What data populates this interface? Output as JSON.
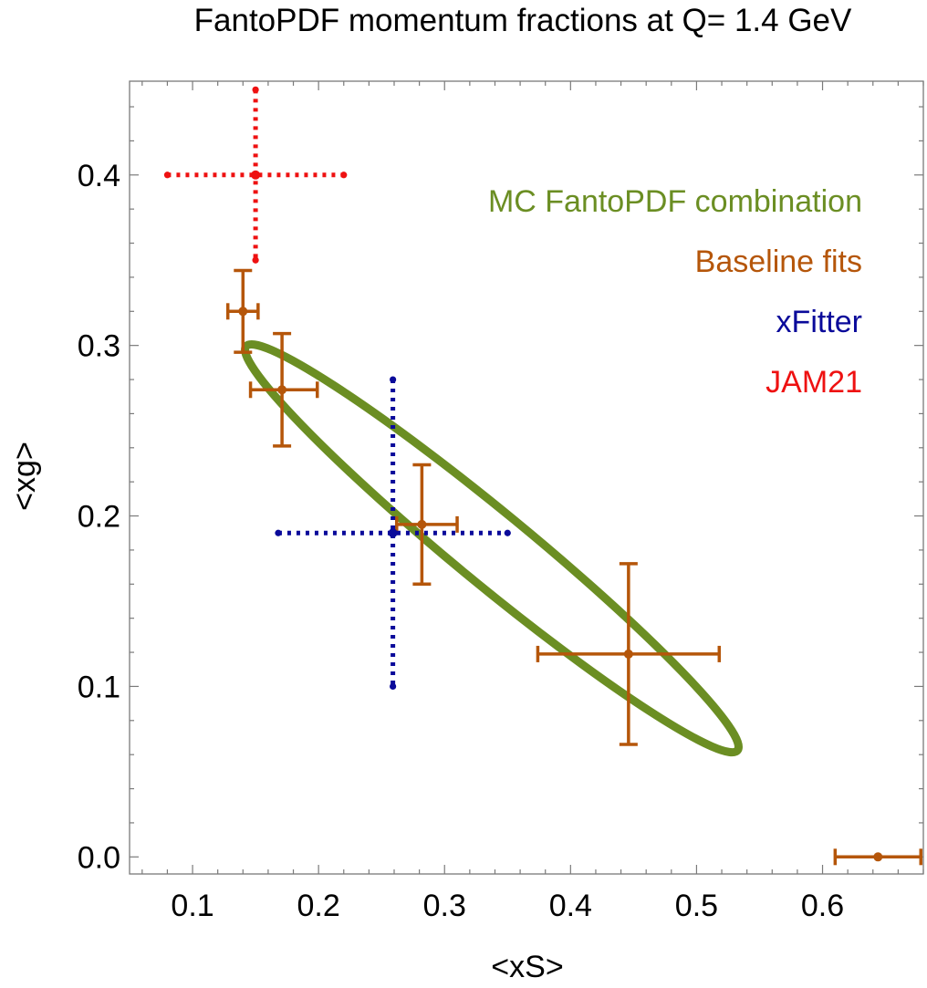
{
  "chart_data": {
    "type": "scatter",
    "title": "FantoPDF momentum fractions at Q= 1.4 GeV",
    "xlabel": "<xS>",
    "ylabel": "<xg>",
    "xlim": [
      0.05,
      0.68
    ],
    "ylim": [
      -0.01,
      0.455
    ],
    "xticks": [
      {
        "value": 0.1,
        "label": "0.1"
      },
      {
        "value": 0.2,
        "label": "0.2"
      },
      {
        "value": 0.3,
        "label": "0.3"
      },
      {
        "value": 0.4,
        "label": "0.4"
      },
      {
        "value": 0.5,
        "label": "0.5"
      },
      {
        "value": 0.6,
        "label": "0.6"
      }
    ],
    "yticks": [
      {
        "value": 0.0,
        "label": "0.0"
      },
      {
        "value": 0.1,
        "label": "0.1"
      },
      {
        "value": 0.2,
        "label": "0.2"
      },
      {
        "value": 0.3,
        "label": "0.3"
      },
      {
        "value": 0.4,
        "label": "0.4"
      }
    ],
    "grid": false,
    "legend": {
      "placement": "top-right",
      "entries": [
        {
          "label": "MC FantoPDF combination",
          "color": "#6b8e23"
        },
        {
          "label": "Baseline fits",
          "color": "#b5560a"
        },
        {
          "label": "xFitter",
          "color": "#0a0a9a"
        },
        {
          "label": "JAM21",
          "color": "#ee1111"
        }
      ]
    },
    "ellipse": {
      "label": "MC FantoPDF combination",
      "color": "#6b8e23",
      "center": [
        0.3375,
        0.181
      ],
      "vertex_a": [
        0.1425,
        0.2995
      ],
      "vertex_b": [
        0.5325,
        0.0625
      ],
      "minor_endpoint": [
        0.3515,
        0.1995
      ]
    },
    "series": [
      {
        "name": "Baseline fits",
        "color": "#b5560a",
        "style": "solid",
        "points": [
          {
            "x": 0.14,
            "y": 0.32,
            "xerr": [
              0.012,
              0.012
            ],
            "yerr": [
              0.024,
              0.024
            ]
          },
          {
            "x": 0.171,
            "y": 0.274,
            "xerr": [
              0.025,
              0.028
            ],
            "yerr": [
              0.033,
              0.033
            ]
          },
          {
            "x": 0.282,
            "y": 0.195,
            "xerr": [
              0.02,
              0.028
            ],
            "yerr": [
              0.035,
              0.035
            ]
          },
          {
            "x": 0.446,
            "y": 0.119,
            "xerr": [
              0.072,
              0.072
            ],
            "yerr": [
              0.053,
              0.053
            ]
          },
          {
            "x": 0.644,
            "y": 0.0,
            "xerr": [
              0.034,
              0.034
            ],
            "yerr": [
              0.0,
              0.0
            ]
          }
        ]
      },
      {
        "name": "xFitter",
        "color": "#0a0a9a",
        "style": "dotted",
        "points": [
          {
            "x": 0.259,
            "y": 0.19,
            "xerr": [
              0.091,
              0.091
            ],
            "yerr": [
              0.09,
              0.09
            ]
          }
        ]
      },
      {
        "name": "JAM21",
        "color": "#ee1111",
        "style": "dotted",
        "points": [
          {
            "x": 0.15,
            "y": 0.4,
            "xerr": [
              0.07,
              0.07
            ],
            "yerr": [
              0.05,
              0.05
            ]
          }
        ]
      }
    ]
  }
}
